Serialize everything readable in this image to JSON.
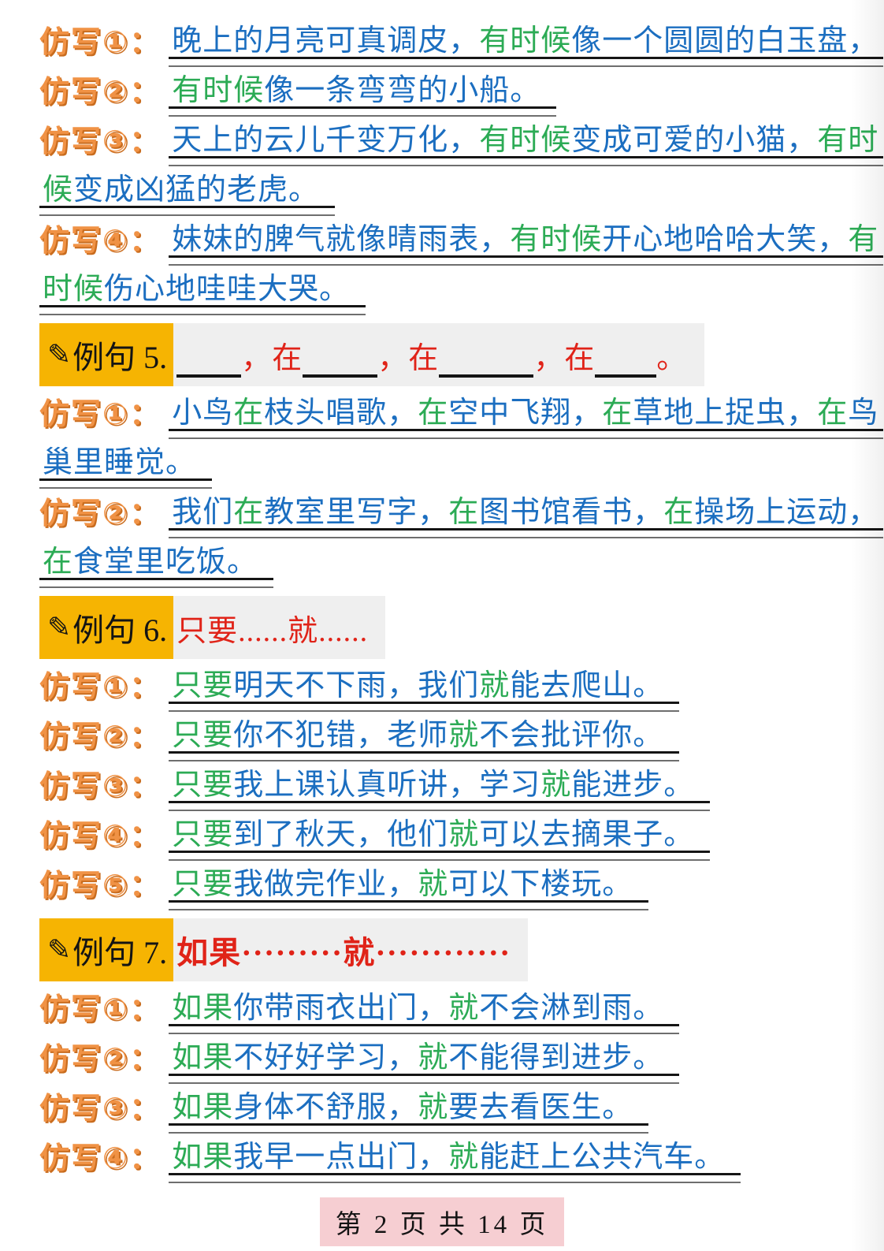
{
  "colors": {
    "orange": "#f09245",
    "orange-dark": "#c96c1e",
    "blue": "#1b6ec0",
    "green": "#2cab55",
    "red": "#e02318",
    "yellow": "#f6b402",
    "gray": "#efefef",
    "pink": "#f6ced2"
  },
  "footer": {
    "text": "第 2 页 共 14 页"
  },
  "blocks": [
    {
      "kind": "line",
      "label": "仿写①：",
      "fill": true,
      "segments": [
        {
          "c": "blue",
          "t": "晚上的月亮可真调皮，"
        },
        {
          "c": "green",
          "t": "有时候"
        },
        {
          "c": "blue",
          "t": "像一个圆圆的白玉盘，"
        }
      ]
    },
    {
      "kind": "line",
      "label": "仿写②：",
      "fill": false,
      "segments": [
        {
          "c": "green",
          "t": "有时候"
        },
        {
          "c": "blue",
          "t": "像一条弯弯的小船。"
        }
      ]
    },
    {
      "kind": "line",
      "label": "仿写③：",
      "fill": true,
      "segments": [
        {
          "c": "blue",
          "t": "天上的云儿千变万化，"
        },
        {
          "c": "green",
          "t": "有时候"
        },
        {
          "c": "blue",
          "t": "变成可爱的小猫，"
        },
        {
          "c": "green",
          "t": "有时"
        }
      ]
    },
    {
      "kind": "cont",
      "fill": false,
      "segments": [
        {
          "c": "green",
          "t": "候"
        },
        {
          "c": "blue",
          "t": "变成凶猛的老虎。"
        }
      ]
    },
    {
      "kind": "line",
      "label": "仿写④：",
      "fill": true,
      "segments": [
        {
          "c": "blue",
          "t": "妹妹的脾气就像晴雨表，"
        },
        {
          "c": "green",
          "t": "有时候"
        },
        {
          "c": "blue",
          "t": "开心地哈哈大笑，"
        },
        {
          "c": "green",
          "t": "有"
        }
      ]
    },
    {
      "kind": "cont",
      "fill": false,
      "segments": [
        {
          "c": "green",
          "t": "时候"
        },
        {
          "c": "blue",
          "t": "伤心地哇哇大哭。"
        }
      ]
    },
    {
      "kind": "example",
      "icon": "✎",
      "title": "例句 5.",
      "bold": false,
      "pattern": [
        {
          "c": "blank",
          "w": 82
        },
        {
          "c": "red",
          "t": "，"
        },
        {
          "c": "red",
          "t": "在"
        },
        {
          "c": "blank",
          "w": 95
        },
        {
          "c": "red",
          "t": "，"
        },
        {
          "c": "red",
          "t": "在"
        },
        {
          "c": "blank",
          "w": 120
        },
        {
          "c": "red",
          "t": "，"
        },
        {
          "c": "red",
          "t": "在"
        },
        {
          "c": "blank",
          "w": 78
        },
        {
          "c": "red",
          "t": "。"
        }
      ]
    },
    {
      "kind": "line",
      "label": "仿写①：",
      "fill": true,
      "segments": [
        {
          "c": "blue",
          "t": "小鸟"
        },
        {
          "c": "green",
          "t": "在"
        },
        {
          "c": "blue",
          "t": "枝头唱歌，"
        },
        {
          "c": "green",
          "t": "在"
        },
        {
          "c": "blue",
          "t": "空中飞翔，"
        },
        {
          "c": "green",
          "t": "在"
        },
        {
          "c": "blue",
          "t": "草地上捉虫，"
        },
        {
          "c": "green",
          "t": "在"
        },
        {
          "c": "blue",
          "t": "鸟"
        }
      ]
    },
    {
      "kind": "cont",
      "fill": false,
      "segments": [
        {
          "c": "blue",
          "t": "巢里睡觉。"
        }
      ]
    },
    {
      "kind": "line",
      "label": "仿写②：",
      "fill": true,
      "segments": [
        {
          "c": "blue",
          "t": "我们"
        },
        {
          "c": "green",
          "t": "在"
        },
        {
          "c": "blue",
          "t": "教室里写字，"
        },
        {
          "c": "green",
          "t": "在"
        },
        {
          "c": "blue",
          "t": "图书馆看书，"
        },
        {
          "c": "green",
          "t": "在"
        },
        {
          "c": "blue",
          "t": "操场上运动，"
        }
      ]
    },
    {
      "kind": "cont",
      "fill": false,
      "segments": [
        {
          "c": "green",
          "t": "在"
        },
        {
          "c": "blue",
          "t": "食堂里吃饭。"
        }
      ]
    },
    {
      "kind": "example",
      "icon": "✎",
      "title": "例句 6.",
      "bold": false,
      "pattern": [
        {
          "c": "red",
          "t": "只要......就......"
        }
      ]
    },
    {
      "kind": "line",
      "label": "仿写①：",
      "fill": false,
      "segments": [
        {
          "c": "green",
          "t": "只要"
        },
        {
          "c": "blue",
          "t": "明天不下雨，我们"
        },
        {
          "c": "green",
          "t": "就"
        },
        {
          "c": "blue",
          "t": "能去爬山。"
        }
      ]
    },
    {
      "kind": "line",
      "label": "仿写②：",
      "fill": false,
      "segments": [
        {
          "c": "green",
          "t": "只要"
        },
        {
          "c": "blue",
          "t": "你不犯错，老师"
        },
        {
          "c": "green",
          "t": "就"
        },
        {
          "c": "blue",
          "t": "不会批评你。"
        }
      ]
    },
    {
      "kind": "line",
      "label": "仿写③：",
      "fill": false,
      "segments": [
        {
          "c": "green",
          "t": "只要"
        },
        {
          "c": "blue",
          "t": "我上课认真听讲，学习"
        },
        {
          "c": "green",
          "t": "就"
        },
        {
          "c": "blue",
          "t": "能进步。"
        }
      ]
    },
    {
      "kind": "line",
      "label": "仿写④：",
      "fill": false,
      "segments": [
        {
          "c": "green",
          "t": "只要"
        },
        {
          "c": "blue",
          "t": "到了秋天，他们"
        },
        {
          "c": "green",
          "t": "就"
        },
        {
          "c": "blue",
          "t": "可以去摘果子。"
        }
      ]
    },
    {
      "kind": "line",
      "label": "仿写⑤：",
      "fill": false,
      "segments": [
        {
          "c": "green",
          "t": "只要"
        },
        {
          "c": "blue",
          "t": "我做完作业，"
        },
        {
          "c": "green",
          "t": "就"
        },
        {
          "c": "blue",
          "t": "可以下楼玩。"
        }
      ]
    },
    {
      "kind": "example",
      "icon": "✎",
      "title": "例句 7.",
      "bold": true,
      "pattern": [
        {
          "c": "red",
          "t": "如果·········就············"
        }
      ]
    },
    {
      "kind": "line",
      "label": "仿写①：",
      "fill": false,
      "segments": [
        {
          "c": "green",
          "t": "如果"
        },
        {
          "c": "blue",
          "t": "你带雨衣出门，"
        },
        {
          "c": "green",
          "t": "就"
        },
        {
          "c": "blue",
          "t": "不会淋到雨。"
        }
      ]
    },
    {
      "kind": "line",
      "label": "仿写②：",
      "fill": false,
      "segments": [
        {
          "c": "green",
          "t": "如果"
        },
        {
          "c": "blue",
          "t": "不好好学习，"
        },
        {
          "c": "green",
          "t": "就"
        },
        {
          "c": "blue",
          "t": "不能得到进步。"
        }
      ]
    },
    {
      "kind": "line",
      "label": "仿写③：",
      "fill": false,
      "segments": [
        {
          "c": "green",
          "t": "如果"
        },
        {
          "c": "blue",
          "t": "身体不舒服，"
        },
        {
          "c": "green",
          "t": "就"
        },
        {
          "c": "blue",
          "t": "要去看医生。"
        }
      ]
    },
    {
      "kind": "line",
      "label": "仿写④：",
      "fill": false,
      "segments": [
        {
          "c": "green",
          "t": "如果"
        },
        {
          "c": "blue",
          "t": "我早一点出门，"
        },
        {
          "c": "green",
          "t": "就"
        },
        {
          "c": "blue",
          "t": "能赶上公共汽车。"
        }
      ]
    }
  ]
}
